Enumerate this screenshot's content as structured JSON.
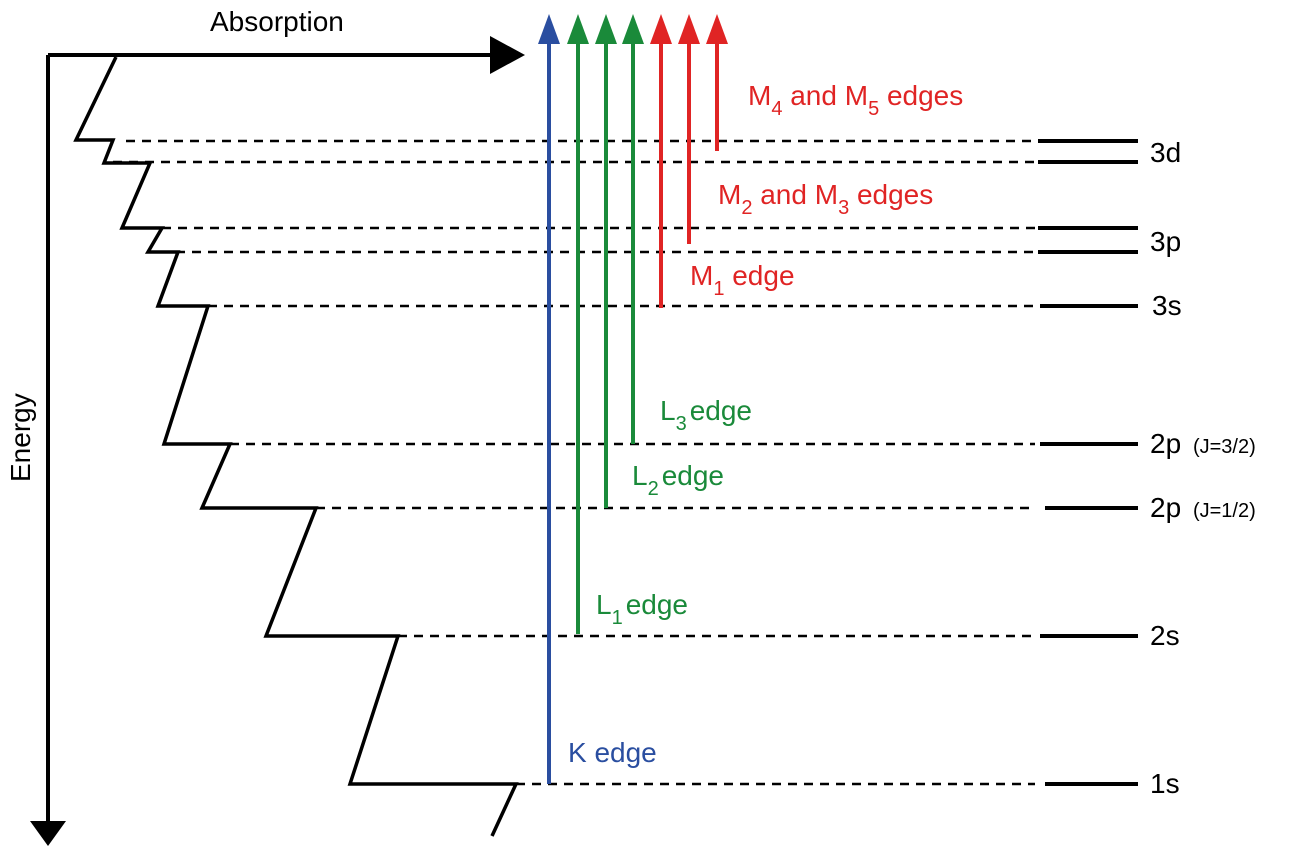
{
  "axes": {
    "absorption_label": "Absorption",
    "energy_label": "Energy"
  },
  "colors": {
    "k": "#2a4ea0",
    "l": "#1a8a3a",
    "m": "#e02424",
    "axis": "#000000"
  },
  "levels": [
    {
      "id": "1s",
      "label": "1s"
    },
    {
      "id": "2s",
      "label": "2s"
    },
    {
      "id": "2p12",
      "label": "2p",
      "qualifier": "(J=1/2)"
    },
    {
      "id": "2p32",
      "label": "2p",
      "qualifier": "(J=3/2)"
    },
    {
      "id": "3s",
      "label": "3s"
    },
    {
      "id": "3p",
      "label": "3p"
    },
    {
      "id": "3d",
      "label": "3d"
    }
  ],
  "edges": {
    "k": {
      "base": "K",
      "sub": "",
      "rest": " edge"
    },
    "l1": {
      "base": "L",
      "sub": "1",
      "rest": "edge"
    },
    "l2": {
      "base": "L",
      "sub": "2",
      "rest": "edge"
    },
    "l3": {
      "base": "L",
      "sub": "3",
      "rest": "edge"
    },
    "m1": {
      "base": "M",
      "sub": "1",
      "rest": " edge"
    },
    "m23": {
      "base": "M",
      "sub": "2",
      "mid": " and M",
      "sub2": "3",
      "rest": " edges"
    },
    "m45": {
      "base": "M",
      "sub": "4",
      "mid": " and M",
      "sub2": "5",
      "rest": " edges"
    }
  }
}
